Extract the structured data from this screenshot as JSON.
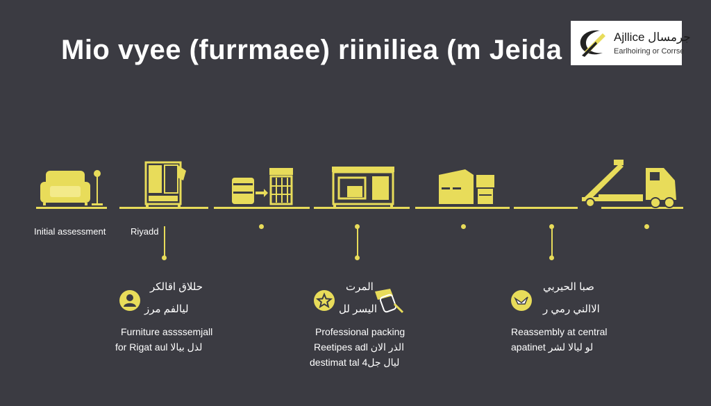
{
  "title": "Mio vyee (furrmaee) riiniliea (m Jeida",
  "logo": {
    "name": "Ajllice جرمسال",
    "tagline": "Earlhoiring or Corrse"
  },
  "stages": [
    {
      "label": "Initial assessment",
      "icon": "sofa-lamp-icon"
    },
    {
      "label": "Riyadd",
      "icon": "wardrobe-icon"
    },
    {
      "label": "",
      "icon": "packing-boxes-icon"
    },
    {
      "label": "",
      "icon": "cabinet-icon"
    },
    {
      "label": "",
      "icon": "stacked-furniture-icon"
    },
    {
      "label": "",
      "icon": "crane-truck-icon"
    }
  ],
  "cards": [
    {
      "icon": "person-icon",
      "ar_title": "حللاق اقالكر",
      "ar_sub": "ليالفم مرز",
      "en_line1": "Furniture assssemjall",
      "en_line2": "for Rigat aul لذل بيالا"
    },
    {
      "icon": "star-icon",
      "ar_title": "المرت",
      "ar_sub": "اليسر لل",
      "en_line1": "Professional packing",
      "en_line2": "Reetipes adl الذر الان",
      "en_line3": "destimat tal ليال جل4"
    },
    {
      "icon": "bird-icon",
      "ar_title": "صبا الحيربي",
      "ar_sub": "الاالني رمي ر",
      "en_line1": "Reassembly at central",
      "en_line2": "apatinet لو ليالا لشر"
    }
  ],
  "colors": {
    "accent": "#e8dc5a",
    "background": "#3b3b42",
    "text": "#ffffff"
  }
}
